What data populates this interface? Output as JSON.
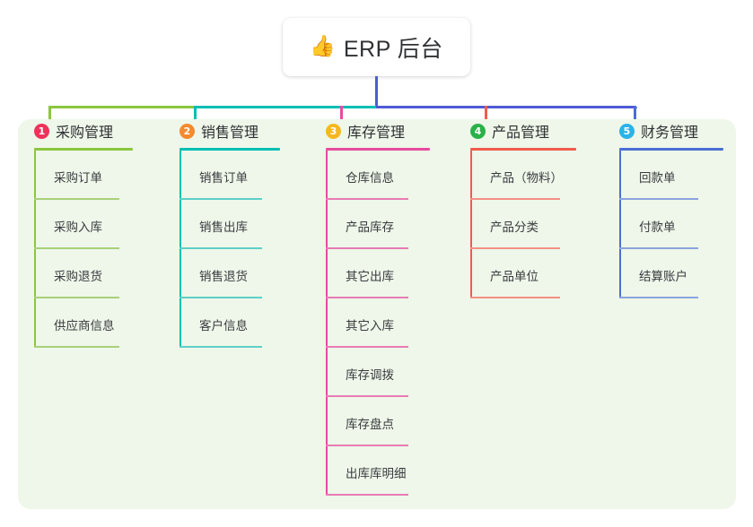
{
  "root": {
    "emoji": "👍",
    "emoji_name": "thumbs-up-icon",
    "title": "ERP 后台"
  },
  "palette": {
    "panel_bg": "#eef7e9",
    "page_bg": "#ffffff",
    "root_text": "#303133",
    "leaf_text": "#3a3c40",
    "center_stem": "#4F5BD5",
    "bar_green": "#8CC63E",
    "bar_teal": "#00BFB3",
    "bar_blue": "#4F5BD5"
  },
  "columns": [
    {
      "index": "1",
      "badge_color": "#F0325B",
      "rule_color": "#8CC63E",
      "stem_color": "#8CC63E",
      "leaf_color": "#A9D07B",
      "title": "采购管理",
      "items": [
        "采购订单",
        "采购入库",
        "采购退货",
        "供应商信息"
      ]
    },
    {
      "index": "2",
      "badge_color": "#F58A2E",
      "rule_color": "#00BFB3",
      "stem_color": "#00BFB3",
      "leaf_color": "#5FCFC8",
      "title": "销售管理",
      "items": [
        "销售订单",
        "销售出库",
        "销售退货",
        "客户信息"
      ]
    },
    {
      "index": "3",
      "badge_color": "#F5B820",
      "rule_color": "#E84B9F",
      "stem_color": "#E84B9F",
      "leaf_color": "#E87BB4",
      "title": "库存管理",
      "items": [
        "仓库信息",
        "产品库存",
        "其它出库",
        "其它入库",
        "库存调拨",
        "库存盘点",
        "出库库明细"
      ]
    },
    {
      "index": "4",
      "badge_color": "#2BB14A",
      "rule_color": "#F15B4C",
      "stem_color": "#F15B4C",
      "leaf_color": "#F58F85",
      "title": "产品管理",
      "items": [
        "产品（物料）",
        "产品分类",
        "产品单位"
      ]
    },
    {
      "index": "5",
      "badge_color": "#2BB3E8",
      "rule_color": "#4A6FD4",
      "stem_color": "#4A6FD4",
      "leaf_color": "#8CA3DF",
      "title": "财务管理",
      "items": [
        "回款单",
        "付款单",
        "结算账户"
      ]
    }
  ]
}
